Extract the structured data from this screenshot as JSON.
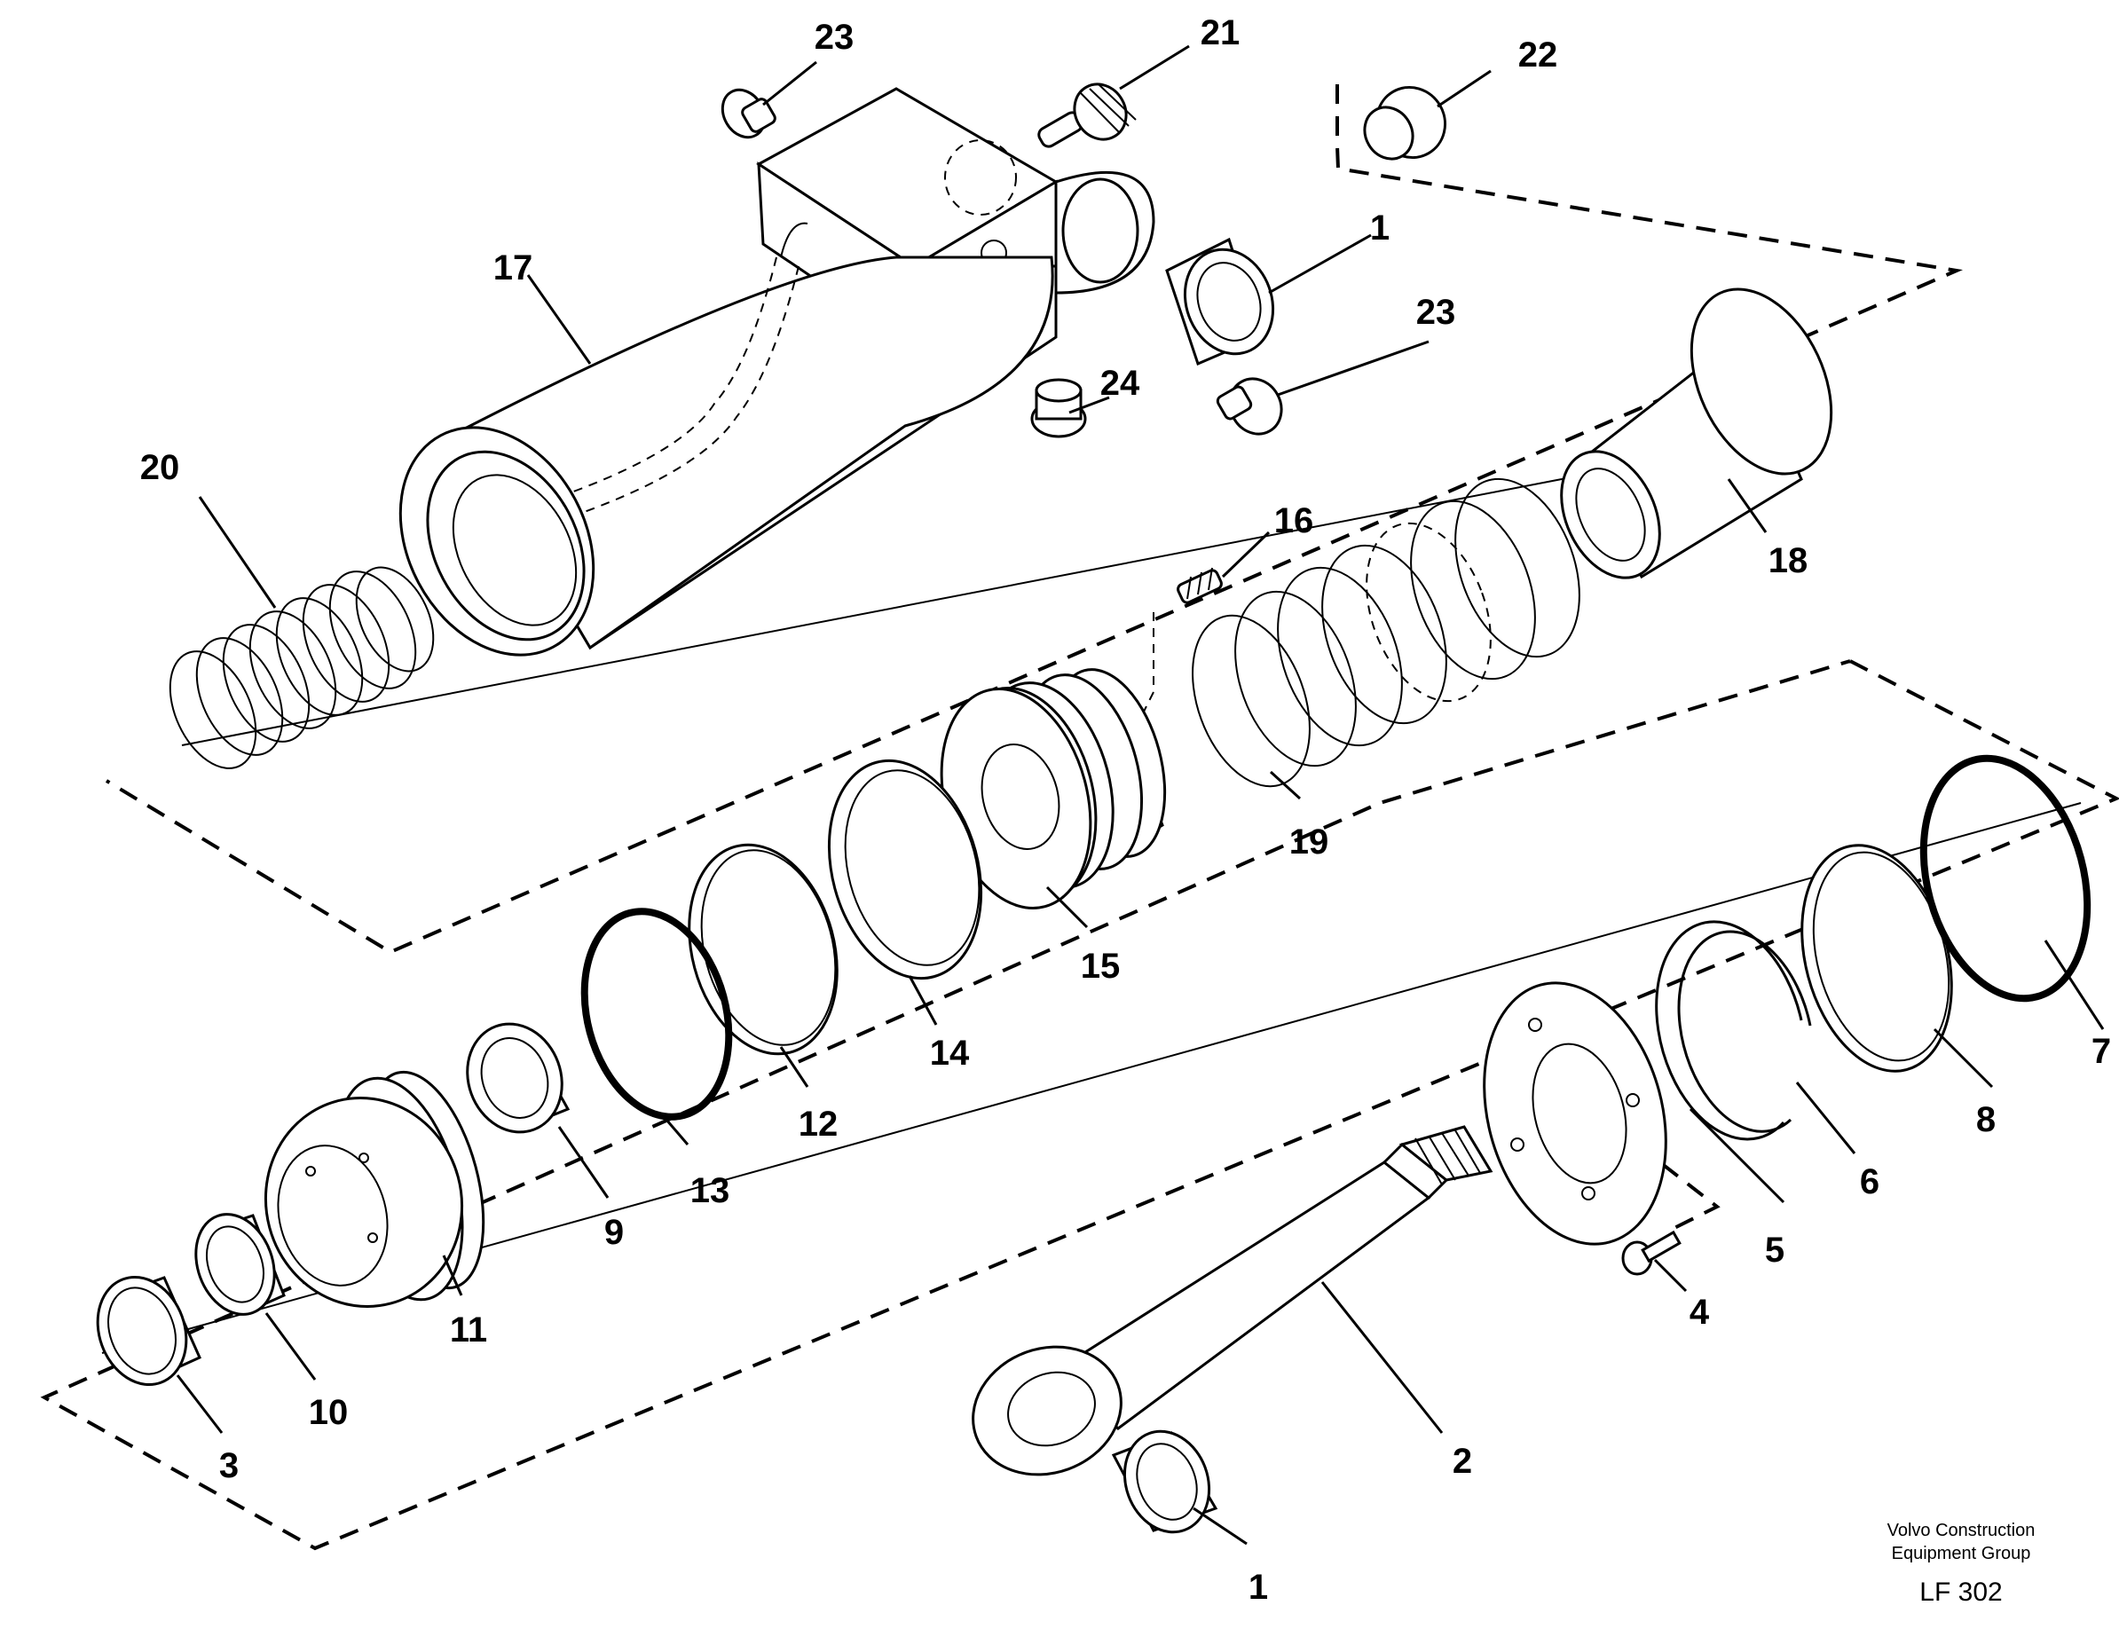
{
  "callouts": {
    "c1_top": "1",
    "c1_bottom": "1",
    "c2": "2",
    "c3": "3",
    "c4": "4",
    "c5": "5",
    "c6": "6",
    "c7": "7",
    "c8": "8",
    "c9": "9",
    "c10": "10",
    "c11": "11",
    "c12": "12",
    "c13": "13",
    "c14": "14",
    "c15": "15",
    "c16": "16",
    "c17": "17",
    "c18": "18",
    "c19": "19",
    "c20": "20",
    "c21": "21",
    "c22": "22",
    "c23_top": "23",
    "c23_right": "23",
    "c24": "24"
  },
  "footer": {
    "credit_line1": "Volvo Construction",
    "credit_line2": "Equipment Group",
    "drawing_code": "LF 302"
  }
}
